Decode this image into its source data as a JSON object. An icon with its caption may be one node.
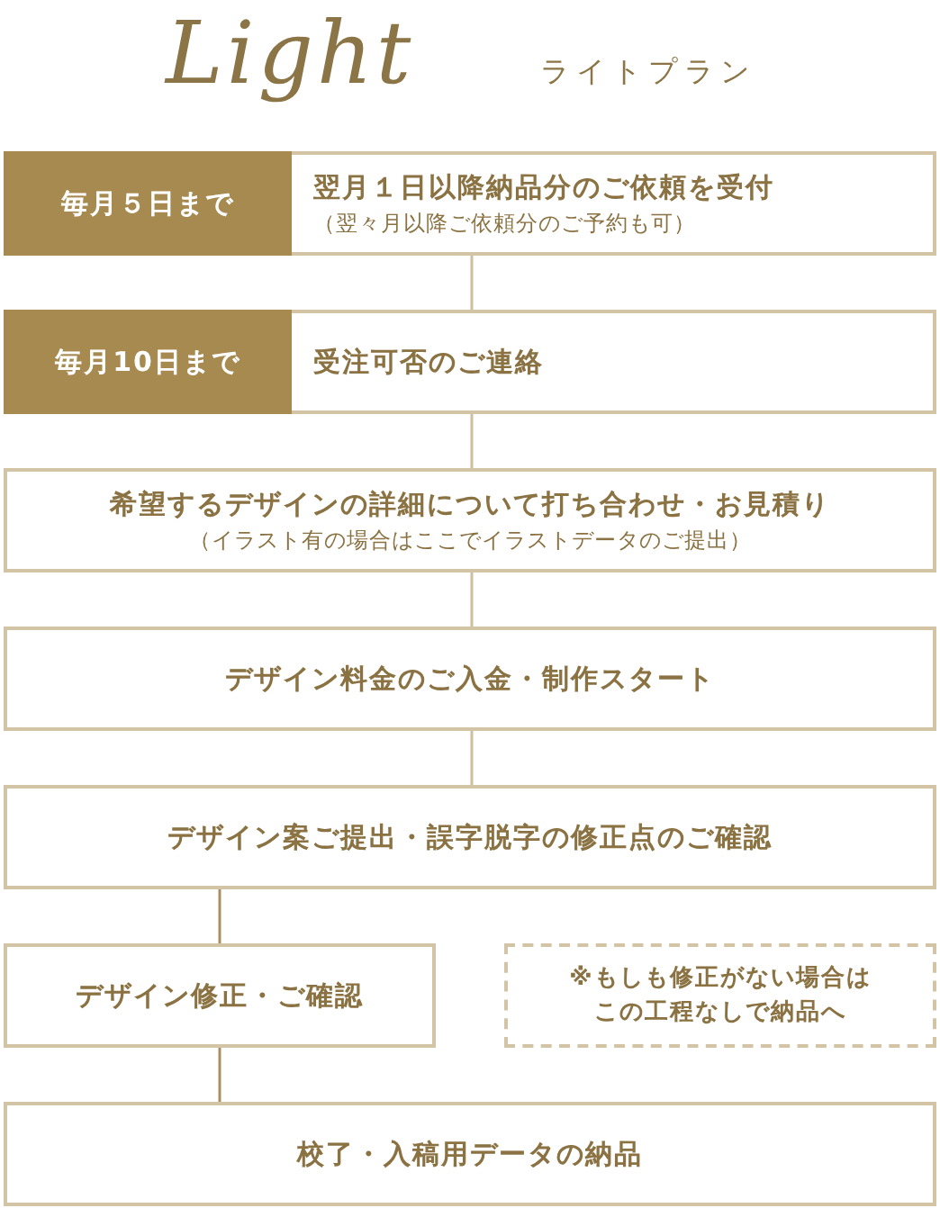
{
  "diagram": {
    "title": "Light",
    "nodes": [
      {
        "text": [
          "翌月１日以降納品分のご依頼を受付",
          "（翌々月以降ご依頼分のご予約も可）"
        ]
      },
      {
        "text": [
          "毎月５日まで"
        ],
        "in": 0
      },
      {
        "text": [
          "受注可否のご連絡"
        ]
      },
      {
        "text": [
          "毎月10日まで"
        ],
        "in": 2
      },
      {
        "text": [
          "希望するデザインの詳細について打ち合わせ・お見積り",
          "（イラスト有の場合はここでイラストデータのご提出）"
        ]
      },
      {
        "text": [
          "デザイン料金のご入金・制作スタート"
        ]
      },
      {
        "text": [
          "デザイン案ご提出・誤字脱字の修正点のご確認"
        ]
      },
      {
        "text": [
          "デザイン修正・ご確認"
        ]
      },
      {
        "text": [
          "※もしも修正がない場合は",
          "この工程なしで納品へ"
        ]
      },
      {
        "text": [
          "校了・入稿用データの納品"
        ]
      }
    ],
    "edges": [
      {
        "from": 0,
        "to": 2,
        "arrow": "none"
      },
      {
        "from": 2,
        "to": 4,
        "arrow": "none"
      },
      {
        "from": 4,
        "to": 5,
        "arrow": "none"
      },
      {
        "from": 5,
        "to": 6,
        "arrow": "none"
      },
      {
        "from": 6,
        "to": 7,
        "arrow": "none"
      },
      {
        "from": 7,
        "to": 9,
        "arrow": "none"
      }
    ],
    "labels": [
      "ライトプラン"
    ]
  }
}
